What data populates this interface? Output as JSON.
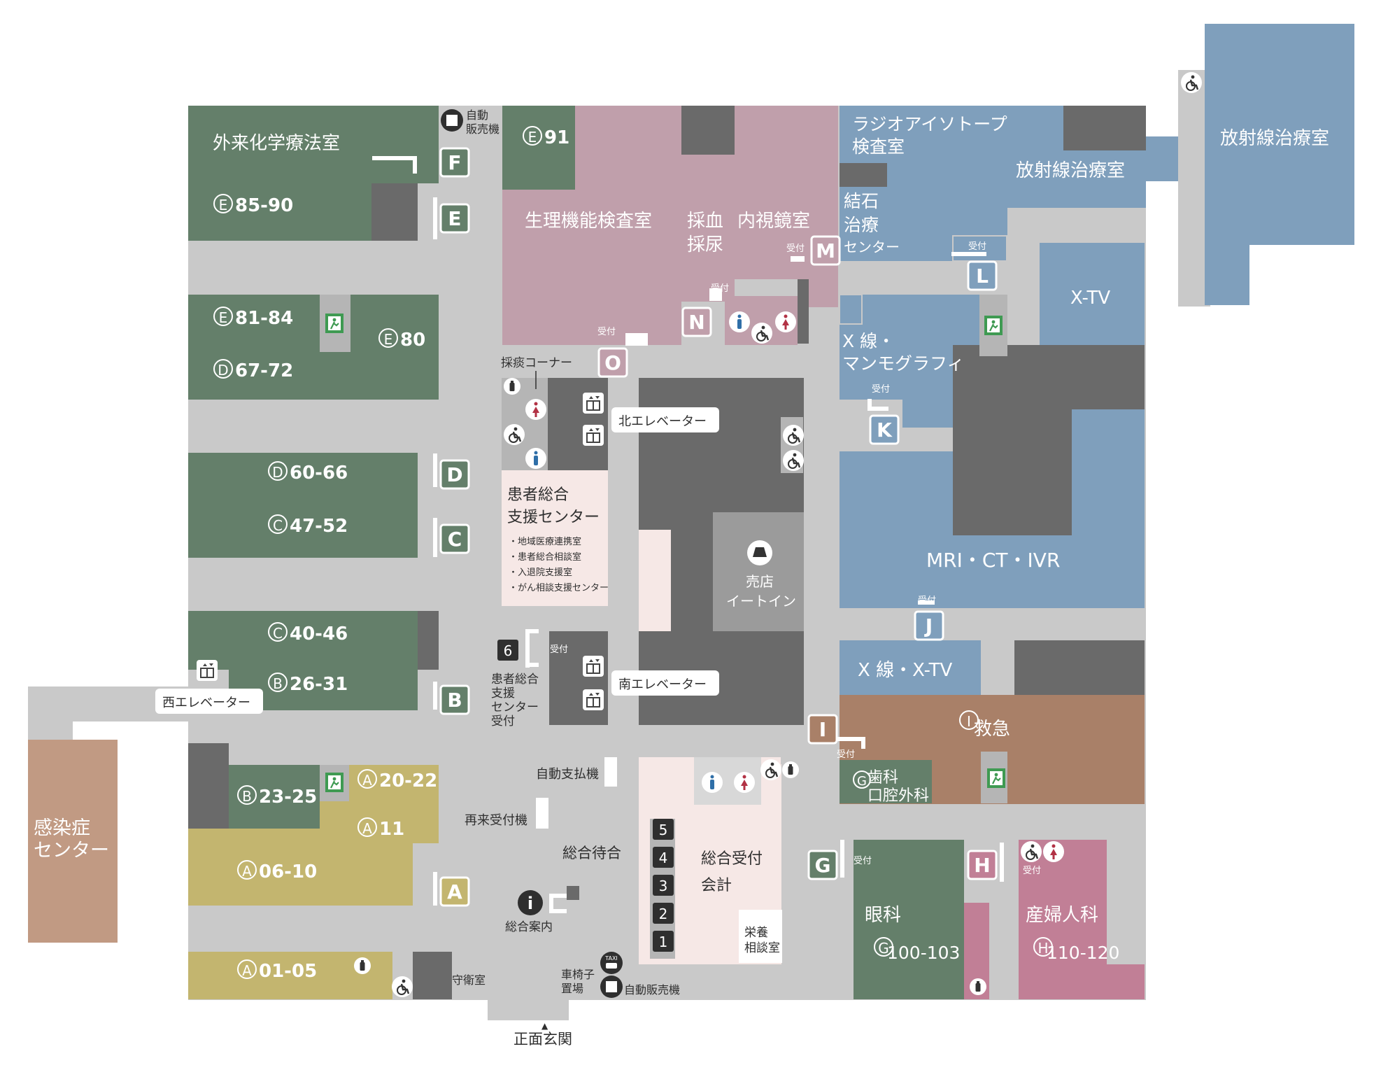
{
  "colors": {
    "corridor": "#c9c9c9",
    "green": "#647f6a",
    "pink": "#c09fab",
    "blue": "#7f9fbc",
    "dark": "#6a6a6a",
    "olive": "#c3b56f",
    "brown": "#a98068",
    "salmon": "#c19a83",
    "rose": "#c17f96",
    "lightpink": "#f6e8e6",
    "male": "#2f6fa8",
    "female": "#b23245"
  },
  "rooms": {
    "chemo": "外来化学療法室",
    "physio": "生理機能検査室",
    "blood_1": "採血",
    "blood_2": "採尿",
    "endo": "内視鏡室",
    "radioiso_1": "ラジオアイソトープ",
    "radioiso_2": "検査室",
    "stone_1": "結石",
    "stone_2": "治療",
    "stone_3": "センター",
    "rad_ther": "放射線治療室",
    "rad_ther2": "放射線治療室",
    "xtv": "X-TV",
    "xmammo_1": "X 線・",
    "xmammo_2": "マンモグラフィ",
    "mri": "MRI・CT・IVR",
    "xxtv": "X 線・X-TV",
    "emergency": "救急",
    "dental_1": "歯科",
    "dental_2": "口腔外科",
    "eye": "眼科",
    "eye_range": "100-103",
    "obgyn": "産婦人科",
    "obgyn_range": "110-120",
    "infect_1": "感染症",
    "infect_2": "センター",
    "support_1": "患者総合",
    "support_2": "支援センター",
    "support_items": [
      "・地域医療連携室",
      "・患者総合相談室",
      "・入退院支援室",
      "・がん相談支援センター"
    ],
    "shop_1": "売店",
    "shop_2": "イートイン",
    "reception_main": "総合受付",
    "accounting": "会計",
    "nutrition_1": "栄養",
    "nutrition_2": "相談室",
    "waiting": "総合待合",
    "info": "総合案内",
    "guard": "守衛室",
    "wheelchair_1": "車椅子",
    "wheelchair_2": "置場",
    "vending": "自動販売機",
    "vending_top_1": "自動",
    "vending_top_2": "販売機",
    "auto_pay": "自動支払機",
    "revisit": "再来受付機",
    "sputum": "採痰コーナー",
    "sup_rec_1": "患者総合",
    "sup_rec_2": "支援",
    "sup_rec_3": "センター",
    "sup_rec_4": "受付",
    "entrance": "▲",
    "entrance_label": "正面玄関"
  },
  "blocks": [
    {
      "letter": "E",
      "range": "91"
    },
    {
      "letter": "E",
      "range": "85-90"
    },
    {
      "letter": "E",
      "range": "81-84"
    },
    {
      "letter": "E",
      "range": "80"
    },
    {
      "letter": "D",
      "range": "67-72"
    },
    {
      "letter": "D",
      "range": "60-66"
    },
    {
      "letter": "C",
      "range": "47-52"
    },
    {
      "letter": "C",
      "range": "40-46"
    },
    {
      "letter": "B",
      "range": "26-31"
    },
    {
      "letter": "B",
      "range": "23-25"
    },
    {
      "letter": "A",
      "range": "20-22"
    },
    {
      "letter": "A",
      "range": "11"
    },
    {
      "letter": "A",
      "range": "06-10"
    },
    {
      "letter": "A",
      "range": "01-05"
    },
    {
      "letter": "I",
      "range": ""
    },
    {
      "letter": "G",
      "range": ""
    },
    {
      "letter": "G",
      "range": ""
    },
    {
      "letter": "H",
      "range": ""
    }
  ],
  "markers": [
    "F",
    "E",
    "D",
    "C",
    "B",
    "A",
    "M",
    "N",
    "O",
    "L",
    "K",
    "J",
    "I",
    "G",
    "H"
  ],
  "windows": [
    "5",
    "4",
    "3",
    "2",
    "1"
  ],
  "reception": "受付",
  "elevators": {
    "north": "北エレベーター",
    "south": "南エレベーター",
    "west": "西エレベーター"
  },
  "six": "6",
  "taxi": "TAXI"
}
